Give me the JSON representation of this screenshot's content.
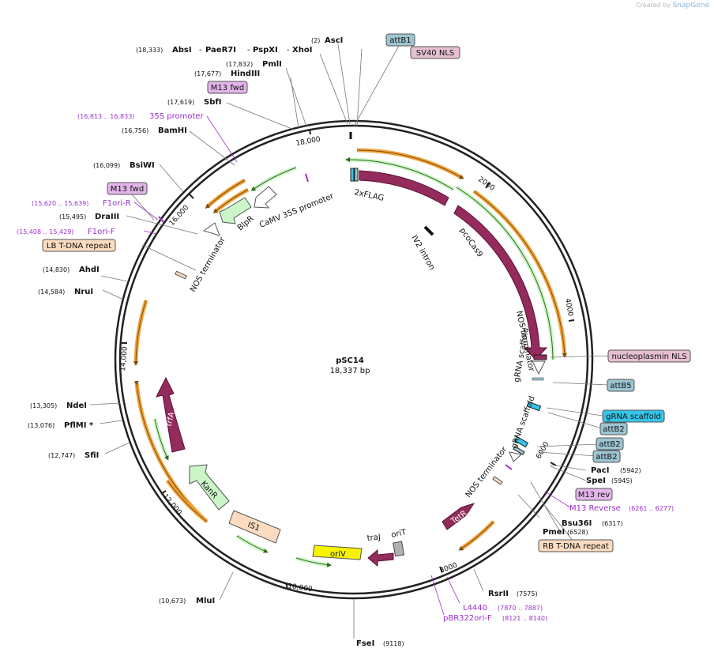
{
  "credit": {
    "prefix": "Created by",
    "brand": "SnapGene"
  },
  "plasmid": {
    "name": "pSC14",
    "size_label": "18,337 bp",
    "length": 18337
  },
  "colors": {
    "orf": "#932b5c",
    "promoter": "#ccf5c8",
    "terminator": "#ffffff",
    "primer": "#f2a43b",
    "primer_dark": "#4e8a29",
    "misc": "#ffd9b8",
    "orange_box": "#fbdcc0",
    "feature_cyan": "#35c5e8",
    "attb": "#9cc5d1",
    "nls": "#e6bfd0",
    "purple": "#9b2fcf",
    "orivbox": "#f7f300"
  },
  "ticks": [
    "2000",
    "4000",
    "6000",
    "8000",
    "10,000",
    "12,000",
    "14,000",
    "16,000",
    "18,000"
  ],
  "sites": [
    {
      "name": "AscI",
      "pos": "(2)"
    },
    {
      "name": "XhoI",
      "pos": ""
    },
    {
      "name": "PspXI",
      "pos": ""
    },
    {
      "name": "PaeR7I",
      "pos": ""
    },
    {
      "name": "AbsI",
      "pos": "(18,333)"
    },
    {
      "name": "PmlI",
      "pos": "(17,832)"
    },
    {
      "name": "HindIII",
      "pos": "(17,677)"
    },
    {
      "name": "SbfI",
      "pos": "(17,619)"
    },
    {
      "name": "BamHI",
      "pos": "(16,756)"
    },
    {
      "name": "BsiWI",
      "pos": "(16,099)"
    },
    {
      "name": "DraIII",
      "pos": "(15,495)"
    },
    {
      "name": "AhdI",
      "pos": "(14,830)"
    },
    {
      "name": "NruI",
      "pos": "(14,584)"
    },
    {
      "name": "NdeI",
      "pos": "(13,305)"
    },
    {
      "name": "PflMI *",
      "pos": "(13,076)"
    },
    {
      "name": "SfiI",
      "pos": "(12,747)"
    },
    {
      "name": "MluI",
      "pos": "(10,673)"
    },
    {
      "name": "FseI",
      "pos": "(9118)"
    },
    {
      "name": "RsrII",
      "pos": "(7575)"
    },
    {
      "name": "PmeI",
      "pos": "(6528)"
    },
    {
      "name": "Bsu36I",
      "pos": "(6317)"
    },
    {
      "name": "SpeI",
      "pos": "(5945)"
    },
    {
      "name": "PacI",
      "pos": "(5942)"
    }
  ],
  "purple_labels": [
    {
      "name": "35S promoter",
      "pos": "(16,813 .. 16,833)"
    },
    {
      "name": "F1ori-R",
      "pos": "(15,620 .. 15,639)"
    },
    {
      "name": "F1ori-F",
      "pos": "(15,408 .. 15,429)"
    },
    {
      "name": "M13 Reverse",
      "pos": "(6261 .. 6277)"
    },
    {
      "name": "L4440",
      "pos": "(7870 .. 7887)"
    },
    {
      "name": "pBR322ori-F",
      "pos": "(8121 .. 8140)"
    }
  ],
  "boxes": {
    "attB1": "attB1",
    "sv40": "SV40 NLS",
    "m13fwd_a": "M13 fwd",
    "m13fwd_b": "M13 fwd",
    "lb": "LB T-DNA repeat",
    "nucleoplasmin": "nucleoplasmin NLS",
    "attB5": "attB5",
    "grna_box": "gRNA scaffold",
    "attB2_a": "attB2",
    "attB2_b": "attB2",
    "attB2_c": "attB2",
    "m13rev": "M13 rev",
    "rb": "RB T-DNA repeat"
  },
  "feature_labels": {
    "flag": "2xFLAG",
    "cas9": "pcoCas9",
    "iv2": "IV2 intron",
    "nos1": "NOS terminator",
    "grna": "gRNA scaffold",
    "grna2": "gRNA scaffold",
    "nos2": "NOS terminator",
    "tetr": "TetR",
    "orit": "oriT",
    "traj": "traJ",
    "oriv": "oriV",
    "is1": "IS1",
    "kanr": "KanR",
    "trfa": "trfA",
    "nos3": "NOS terminator",
    "blpr": "BlpR",
    "camv": "CaMV 35S promoter"
  }
}
